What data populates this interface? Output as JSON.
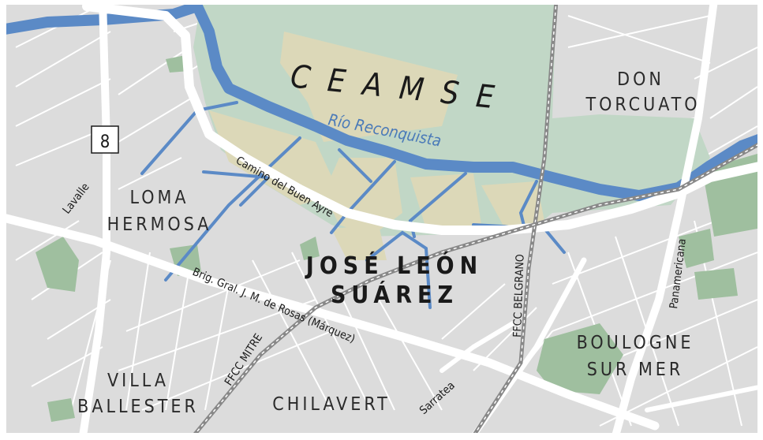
{
  "map": {
    "colors": {
      "land": "#dcdcdc",
      "green": "#c1d7c6",
      "park": "#9fbf9f",
      "sand": "#dcd8b8",
      "river": "#5b8ac6",
      "road": "#ffffff",
      "rail": "#888888"
    },
    "labels": {
      "ceamse": "CEAMSE",
      "rio": "Río Reconquista",
      "don_line1": "DON",
      "don_line2": "TORCUATO",
      "loma_line1": "LOMA",
      "loma_line2": "HERMOSA",
      "jose_line1": "JOSÉ LEÓN",
      "jose_line2": "SUÁREZ",
      "boulogne_line1": "BOULOGNE",
      "boulogne_line2": "SUR MER",
      "villa_line1": "VILLA",
      "villa_line2": "BALLESTER",
      "chilavert": "CHILAVERT"
    },
    "streets": {
      "camino": "Camino del Buen Ayre",
      "rosas": "Brig. Gral. J. M. de Rosas (Márquez)",
      "lavalle": "Lavalle",
      "panamericana": "Panamericana",
      "sarratea": "Sarratea",
      "mitre": "FFCC MITRE",
      "belgrano": "FFCC BELGRANO"
    },
    "route_shield": "8"
  }
}
